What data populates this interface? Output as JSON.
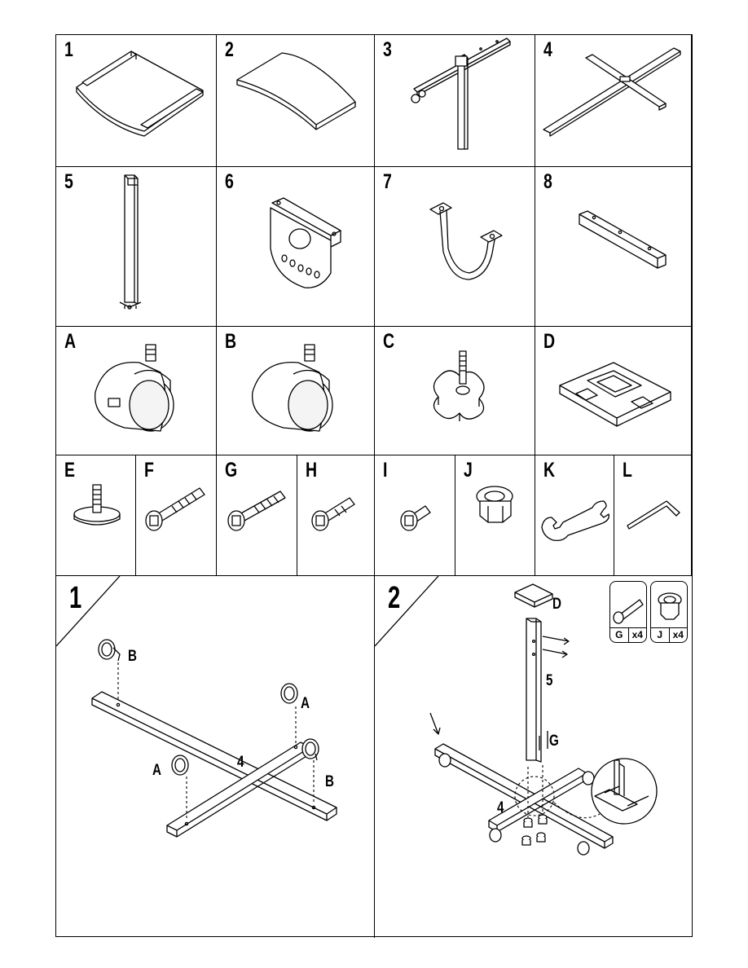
{
  "parts": [
    {
      "label": "1"
    },
    {
      "label": "2"
    },
    {
      "label": "3"
    },
    {
      "label": "4"
    },
    {
      "label": "5"
    },
    {
      "label": "6"
    },
    {
      "label": "7"
    },
    {
      "label": "8"
    }
  ],
  "hardware_large": [
    {
      "label": "A"
    },
    {
      "label": "B"
    },
    {
      "label": "C"
    },
    {
      "label": "D"
    }
  ],
  "hardware_small": [
    {
      "label": "E"
    },
    {
      "label": "F"
    },
    {
      "label": "G"
    },
    {
      "label": "H"
    },
    {
      "label": "I"
    },
    {
      "label": "J"
    },
    {
      "label": "K"
    },
    {
      "label": "L"
    }
  ],
  "step1": {
    "number": "1",
    "callouts": {
      "caster_b_top": "B",
      "caster_a_right": "A",
      "base": "4",
      "caster_a_left": "A",
      "caster_b_right": "B"
    }
  },
  "step2": {
    "number": "2",
    "callouts": {
      "hub": "D",
      "column": "5",
      "bolt": "G",
      "base": "4"
    },
    "hardware_needed": [
      {
        "part": "G",
        "qty": "x4"
      },
      {
        "part": "J",
        "qty": "x4"
      }
    ]
  }
}
